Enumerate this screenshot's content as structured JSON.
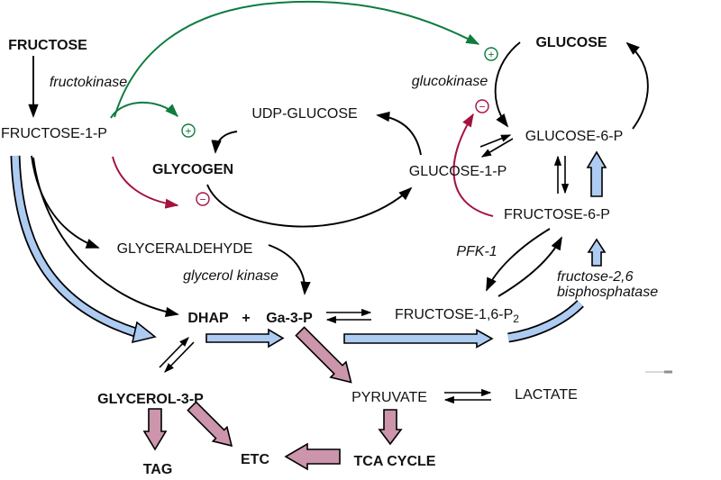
{
  "metabolites": {
    "fructose": "FRUCTOSE",
    "fructose1p": "FRUCTOSE-1-P",
    "udpGlucose": "UDP-GLUCOSE",
    "glycogen": "GLYCOGEN",
    "glucose": "GLUCOSE",
    "glucose6p": "GLUCOSE-6-P",
    "glucose1p": "GLUCOSE-1-P",
    "fructose6p": "FRUCTOSE-6-P",
    "glyceraldehyde": "GLYCERALDEHYDE",
    "dhap": "DHAP",
    "plusSign": "+",
    "ga3p": "Ga-3-P",
    "fructose16p2": "FRUCTOSE-1,6-P",
    "fructose16p2Sub": "2",
    "glycerol3p": "GLYCEROL-3-P",
    "pyruvate": "PYRUVATE",
    "lactate": "LACTATE",
    "tag": "TAG",
    "etc": "ETC",
    "tcaCycle": "TCA CYCLE"
  },
  "enzymes": {
    "fructokinase": "fructokinase",
    "glucokinase": "glucokinase",
    "glycerolKinase": "glycerol kinase",
    "pfk1": "PFK-1",
    "f26bpLine1": "fructose-2,6",
    "f26bpLine2": "bisphosphatase"
  },
  "regulation": {
    "activation": "+",
    "inhibition": "−"
  },
  "colors": {
    "activation_green": "#0e7c3f",
    "inhibition_red": "#a5123f",
    "flux_blue": "#aecbf2",
    "flux_pink": "#cc95ac",
    "line_black": "#000000",
    "background": "#ffffff"
  }
}
